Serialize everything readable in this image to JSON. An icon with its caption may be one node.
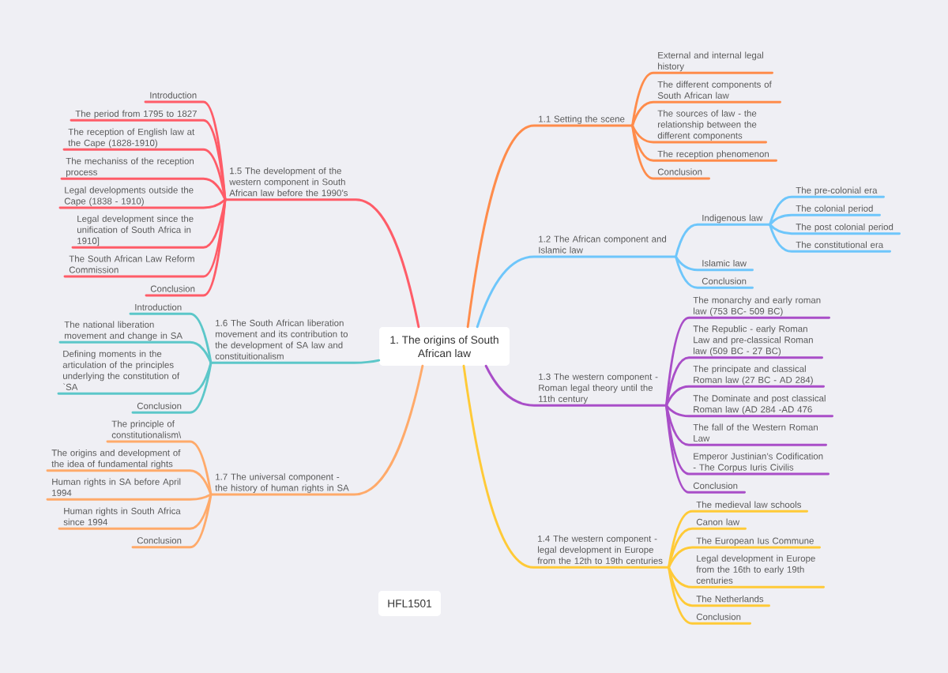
{
  "diagram": {
    "nodes": [
      {
        "text": [
          "1. The origins of South African law"
        ]
      },
      {
        "text": [
          "1.1 Setting the scene"
        ]
      },
      {
        "text": [
          "External and internal legal history"
        ]
      },
      {
        "text": [
          "The different components of South African law"
        ]
      },
      {
        "text": [
          "The sources of law - the relationship between the different components"
        ]
      },
      {
        "text": [
          "The reception phenomenon"
        ]
      },
      {
        "text": [
          "Conclusion"
        ]
      },
      {
        "text": [
          "1.2 The African component and Islamic law"
        ]
      },
      {
        "text": [
          "Indigenous law"
        ]
      },
      {
        "text": [
          "The pre-colonial era"
        ]
      },
      {
        "text": [
          "The colonial period"
        ]
      },
      {
        "text": [
          "The post colonial period"
        ]
      },
      {
        "text": [
          "The constitutional era"
        ]
      },
      {
        "text": [
          "Islamic law"
        ]
      },
      {
        "text": [
          "Conclusion"
        ]
      },
      {
        "text": [
          "1.3 The western component - Roman legal theory until the 11th century"
        ]
      },
      {
        "text": [
          "The monarchy and early roman law (753 BC- 509 BC)"
        ]
      },
      {
        "text": [
          "The Republic - early Roman Law and pre-classical Roman law (509 BC - 27 BC)"
        ]
      },
      {
        "text": [
          "The principate and classical Roman law (27 BC - AD 284)"
        ]
      },
      {
        "text": [
          "The Dominate and post classical Roman law (AD 284 -AD 476"
        ]
      },
      {
        "text": [
          "The fall of the Western Roman Law"
        ]
      },
      {
        "text": [
          "Emperor Justinian’s Codification - The Corpus Iuris Civilis"
        ]
      },
      {
        "text": [
          "Conclusion"
        ]
      },
      {
        "text": [
          "1.4 The western component - legal development in Europe from the 12th to 19th centuries"
        ]
      },
      {
        "text": [
          "The medieval law schools"
        ]
      },
      {
        "text": [
          "Canon law"
        ]
      },
      {
        "text": [
          "The European Ius Commune"
        ]
      },
      {
        "text": [
          "Legal development in Europe from the 16th to early 19th centuries"
        ]
      },
      {
        "text": [
          "The Netherlands"
        ]
      },
      {
        "text": [
          "Conclusion"
        ]
      },
      {
        "text": [
          "1.5 The development of the western component in South African law before the 1990’s"
        ]
      },
      {
        "text": [
          "Introduction"
        ]
      },
      {
        "text": [
          "The period from 1795 to 1827"
        ]
      },
      {
        "text": [
          "The reception of English law at the Cape (1828-1910)"
        ]
      },
      {
        "text": [
          "The mechaniss of the reception process"
        ]
      },
      {
        "text": [
          "Legal developments outside the Cape (1838 - 1910)"
        ]
      },
      {
        "text": [
          "Legal development since the unification of South Africa in 1910]"
        ]
      },
      {
        "text": [
          "The South African Law Reform Commission"
        ]
      },
      {
        "text": [
          "Conclusion"
        ]
      },
      {
        "text": [
          "1.6 The South African liberation movement and its contribution to the development of SA law and constituitionalism"
        ]
      },
      {
        "text": [
          "Introduction"
        ]
      },
      {
        "text": [
          "The national liberation movement and change in SA"
        ]
      },
      {
        "text": [
          "Defining moments in the articulation of the principles underlying the constitution of `SA"
        ]
      },
      {
        "text": [
          "Conclusion"
        ]
      },
      {
        "text": [
          "1.7 The universal component - the history of human rights in SA"
        ]
      },
      {
        "text": [
          "The principle of constitutionalism\\"
        ]
      },
      {
        "text": [
          "The origins and development of the idea of fundamental rights"
        ]
      },
      {
        "text": [
          "Human rights in SA before April 1994"
        ]
      },
      {
        "text": [
          "Human rights in South Africa since 1994"
        ]
      },
      {
        "text": [
          "Conclusion"
        ]
      },
      {
        "text": [
          "HFL1501"
        ]
      }
    ],
    "edges": [
      {
        "from": 0,
        "to": 1,
        "arrow": "none",
        "color": "#ff8c4b"
      },
      {
        "from": 1,
        "to": 2,
        "arrow": "none",
        "color": "#ff8c4b"
      },
      {
        "from": 1,
        "to": 3,
        "arrow": "none",
        "color": "#ff8c4b"
      },
      {
        "from": 1,
        "to": 4,
        "arrow": "none",
        "color": "#ff8c4b"
      },
      {
        "from": 1,
        "to": 5,
        "arrow": "none",
        "color": "#ff8c4b"
      },
      {
        "from": 1,
        "to": 6,
        "arrow": "none",
        "color": "#ff8c4b"
      },
      {
        "from": 0,
        "to": 7,
        "arrow": "none",
        "color": "#6ec6fb"
      },
      {
        "from": 7,
        "to": 8,
        "arrow": "none",
        "color": "#6ec6fb"
      },
      {
        "from": 8,
        "to": 9,
        "arrow": "none",
        "color": "#6ec6fb"
      },
      {
        "from": 8,
        "to": 10,
        "arrow": "none",
        "color": "#6ec6fb"
      },
      {
        "from": 8,
        "to": 11,
        "arrow": "none",
        "color": "#6ec6fb"
      },
      {
        "from": 8,
        "to": 12,
        "arrow": "none",
        "color": "#6ec6fb"
      },
      {
        "from": 7,
        "to": 13,
        "arrow": "none",
        "color": "#6ec6fb"
      },
      {
        "from": 7,
        "to": 14,
        "arrow": "none",
        "color": "#6ec6fb"
      },
      {
        "from": 0,
        "to": 15,
        "arrow": "none",
        "color": "#a94ec8"
      },
      {
        "from": 15,
        "to": 16,
        "arrow": "none",
        "color": "#a94ec8"
      },
      {
        "from": 15,
        "to": 17,
        "arrow": "none",
        "color": "#a94ec8"
      },
      {
        "from": 15,
        "to": 18,
        "arrow": "none",
        "color": "#a94ec8"
      },
      {
        "from": 15,
        "to": 19,
        "arrow": "none",
        "color": "#a94ec8"
      },
      {
        "from": 15,
        "to": 20,
        "arrow": "none",
        "color": "#a94ec8"
      },
      {
        "from": 15,
        "to": 21,
        "arrow": "none",
        "color": "#a94ec8"
      },
      {
        "from": 15,
        "to": 22,
        "arrow": "none",
        "color": "#a94ec8"
      },
      {
        "from": 0,
        "to": 23,
        "arrow": "none",
        "color": "#ffca37"
      },
      {
        "from": 23,
        "to": 24,
        "arrow": "none",
        "color": "#ffca37"
      },
      {
        "from": 23,
        "to": 25,
        "arrow": "none",
        "color": "#ffca37"
      },
      {
        "from": 23,
        "to": 26,
        "arrow": "none",
        "color": "#ffca37"
      },
      {
        "from": 23,
        "to": 27,
        "arrow": "none",
        "color": "#ffca37"
      },
      {
        "from": 23,
        "to": 28,
        "arrow": "none",
        "color": "#ffca37"
      },
      {
        "from": 23,
        "to": 29,
        "arrow": "none",
        "color": "#ffca37"
      },
      {
        "from": 0,
        "to": 30,
        "arrow": "none",
        "color": "#ff5c68"
      },
      {
        "from": 30,
        "to": 31,
        "arrow": "none",
        "color": "#ff5c68"
      },
      {
        "from": 30,
        "to": 32,
        "arrow": "none",
        "color": "#ff5c68"
      },
      {
        "from": 30,
        "to": 33,
        "arrow": "none",
        "color": "#ff5c68"
      },
      {
        "from": 30,
        "to": 34,
        "arrow": "none",
        "color": "#ff5c68"
      },
      {
        "from": 30,
        "to": 35,
        "arrow": "none",
        "color": "#ff5c68"
      },
      {
        "from": 30,
        "to": 36,
        "arrow": "none",
        "color": "#ff5c68"
      },
      {
        "from": 30,
        "to": 37,
        "arrow": "none",
        "color": "#ff5c68"
      },
      {
        "from": 30,
        "to": 38,
        "arrow": "none",
        "color": "#ff5c68"
      },
      {
        "from": 0,
        "to": 39,
        "arrow": "none",
        "color": "#5cc7c9"
      },
      {
        "from": 39,
        "to": 40,
        "arrow": "none",
        "color": "#5cc7c9"
      },
      {
        "from": 39,
        "to": 41,
        "arrow": "none",
        "color": "#5cc7c9"
      },
      {
        "from": 39,
        "to": 42,
        "arrow": "none",
        "color": "#5cc7c9"
      },
      {
        "from": 39,
        "to": 43,
        "arrow": "none",
        "color": "#5cc7c9"
      },
      {
        "from": 0,
        "to": 44,
        "arrow": "none",
        "color": "#ffaa6a"
      },
      {
        "from": 44,
        "to": 45,
        "arrow": "none",
        "color": "#ffaa6a"
      },
      {
        "from": 44,
        "to": 46,
        "arrow": "none",
        "color": "#ffaa6a"
      },
      {
        "from": 44,
        "to": 47,
        "arrow": "none",
        "color": "#ffaa6a"
      },
      {
        "from": 44,
        "to": 48,
        "arrow": "none",
        "color": "#ffaa6a"
      },
      {
        "from": 44,
        "to": 49,
        "arrow": "none",
        "color": "#ffaa6a"
      }
    ]
  }
}
